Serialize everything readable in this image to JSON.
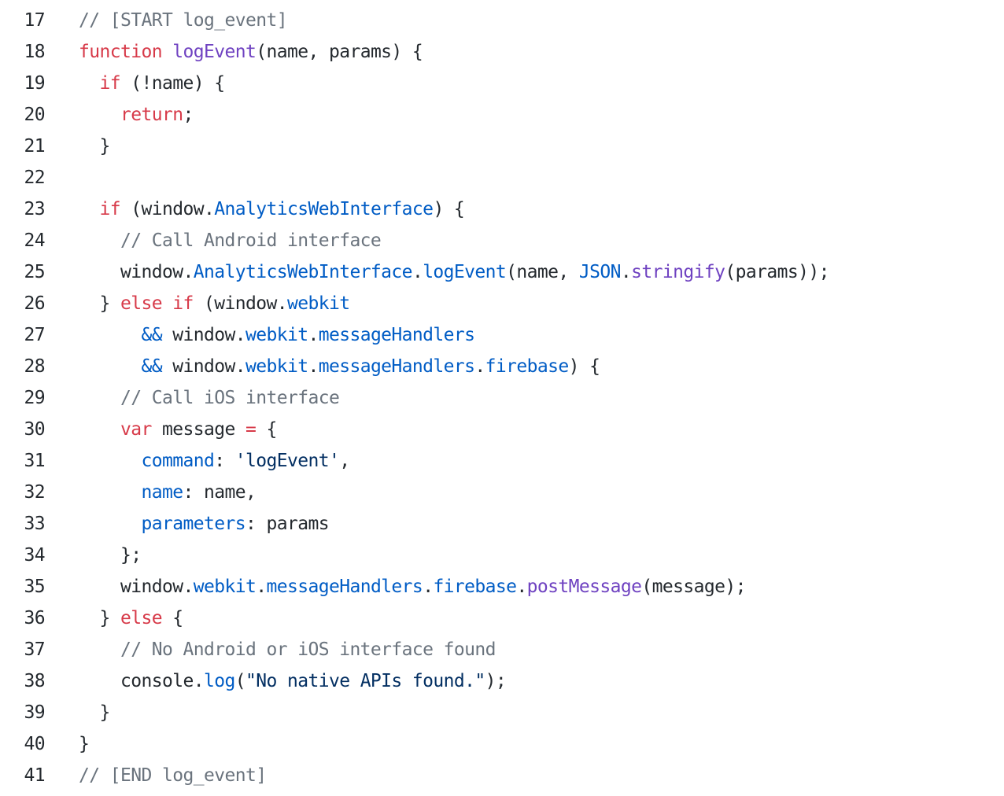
{
  "code_viewer": {
    "language": "javascript",
    "region_start_marker": "// [START log_event]",
    "region_end_marker": "// [END log_event]",
    "first_line_number": 17,
    "last_line_number": 41,
    "colors": {
      "background": "#ffffff",
      "line_number": "#24292e",
      "plain": "#24292e",
      "comment": "#6a737d",
      "keyword": "#d73a49",
      "function": "#6f42c1",
      "property": "#005cc5",
      "string": "#032f62"
    },
    "lines": [
      {
        "number": "17",
        "tokens": [
          [
            "com",
            "// [START log_event]"
          ]
        ]
      },
      {
        "number": "18",
        "tokens": [
          [
            "kwd",
            "function"
          ],
          [
            "pln",
            " "
          ],
          [
            "fn",
            "logEvent"
          ],
          [
            "pln",
            "(name, params) {"
          ]
        ]
      },
      {
        "number": "19",
        "tokens": [
          [
            "pln",
            "  "
          ],
          [
            "kwd",
            "if"
          ],
          [
            "pln",
            " (!name) {"
          ]
        ]
      },
      {
        "number": "20",
        "tokens": [
          [
            "pln",
            "    "
          ],
          [
            "kwd",
            "return"
          ],
          [
            "pln",
            ";"
          ]
        ]
      },
      {
        "number": "21",
        "tokens": [
          [
            "pln",
            "  }"
          ]
        ]
      },
      {
        "number": "22",
        "tokens": []
      },
      {
        "number": "23",
        "tokens": [
          [
            "pln",
            "  "
          ],
          [
            "kwd",
            "if"
          ],
          [
            "pln",
            " (window."
          ],
          [
            "prop",
            "AnalyticsWebInterface"
          ],
          [
            "pln",
            ") {"
          ]
        ]
      },
      {
        "number": "24",
        "tokens": [
          [
            "pln",
            "    "
          ],
          [
            "com",
            "// Call Android interface"
          ]
        ]
      },
      {
        "number": "25",
        "tokens": [
          [
            "pln",
            "    window."
          ],
          [
            "prop",
            "AnalyticsWebInterface"
          ],
          [
            "pln",
            "."
          ],
          [
            "prop",
            "logEvent"
          ],
          [
            "pln",
            "(name, "
          ],
          [
            "prop",
            "JSON"
          ],
          [
            "pln",
            "."
          ],
          [
            "fn",
            "stringify"
          ],
          [
            "pln",
            "(params));"
          ]
        ]
      },
      {
        "number": "26",
        "tokens": [
          [
            "pln",
            "  } "
          ],
          [
            "kwd",
            "else"
          ],
          [
            "pln",
            " "
          ],
          [
            "kwd",
            "if"
          ],
          [
            "pln",
            " (window."
          ],
          [
            "prop",
            "webkit"
          ]
        ]
      },
      {
        "number": "27",
        "tokens": [
          [
            "pln",
            "      "
          ],
          [
            "prop",
            "&&"
          ],
          [
            "pln",
            " window."
          ],
          [
            "prop",
            "webkit"
          ],
          [
            "pln",
            "."
          ],
          [
            "prop",
            "messageHandlers"
          ]
        ]
      },
      {
        "number": "28",
        "tokens": [
          [
            "pln",
            "      "
          ],
          [
            "prop",
            "&&"
          ],
          [
            "pln",
            " window."
          ],
          [
            "prop",
            "webkit"
          ],
          [
            "pln",
            "."
          ],
          [
            "prop",
            "messageHandlers"
          ],
          [
            "pln",
            "."
          ],
          [
            "prop",
            "firebase"
          ],
          [
            "pln",
            ") {"
          ]
        ]
      },
      {
        "number": "29",
        "tokens": [
          [
            "pln",
            "    "
          ],
          [
            "com",
            "// Call iOS interface"
          ]
        ]
      },
      {
        "number": "30",
        "tokens": [
          [
            "pln",
            "    "
          ],
          [
            "kwd",
            "var"
          ],
          [
            "pln",
            " message "
          ],
          [
            "kwd",
            "="
          ],
          [
            "pln",
            " {"
          ]
        ]
      },
      {
        "number": "31",
        "tokens": [
          [
            "pln",
            "      "
          ],
          [
            "prop",
            "command"
          ],
          [
            "pln",
            ": "
          ],
          [
            "str",
            "'logEvent'"
          ],
          [
            "pln",
            ","
          ]
        ]
      },
      {
        "number": "32",
        "tokens": [
          [
            "pln",
            "      "
          ],
          [
            "prop",
            "name"
          ],
          [
            "pln",
            ": name,"
          ]
        ]
      },
      {
        "number": "33",
        "tokens": [
          [
            "pln",
            "      "
          ],
          [
            "prop",
            "parameters"
          ],
          [
            "pln",
            ": params"
          ]
        ]
      },
      {
        "number": "34",
        "tokens": [
          [
            "pln",
            "    };"
          ]
        ]
      },
      {
        "number": "35",
        "tokens": [
          [
            "pln",
            "    window."
          ],
          [
            "prop",
            "webkit"
          ],
          [
            "pln",
            "."
          ],
          [
            "prop",
            "messageHandlers"
          ],
          [
            "pln",
            "."
          ],
          [
            "prop",
            "firebase"
          ],
          [
            "pln",
            "."
          ],
          [
            "fn",
            "postMessage"
          ],
          [
            "pln",
            "(message);"
          ]
        ]
      },
      {
        "number": "36",
        "tokens": [
          [
            "pln",
            "  } "
          ],
          [
            "kwd",
            "else"
          ],
          [
            "pln",
            " {"
          ]
        ]
      },
      {
        "number": "37",
        "tokens": [
          [
            "pln",
            "    "
          ],
          [
            "com",
            "// No Android or iOS interface found"
          ]
        ]
      },
      {
        "number": "38",
        "tokens": [
          [
            "pln",
            "    console."
          ],
          [
            "prop",
            "log"
          ],
          [
            "pln",
            "("
          ],
          [
            "str",
            "\"No native APIs found.\""
          ],
          [
            "pln",
            ");"
          ]
        ]
      },
      {
        "number": "39",
        "tokens": [
          [
            "pln",
            "  }"
          ]
        ]
      },
      {
        "number": "40",
        "tokens": [
          [
            "pln",
            "}"
          ]
        ]
      },
      {
        "number": "41",
        "tokens": [
          [
            "com",
            "// [END log_event]"
          ]
        ]
      }
    ]
  }
}
